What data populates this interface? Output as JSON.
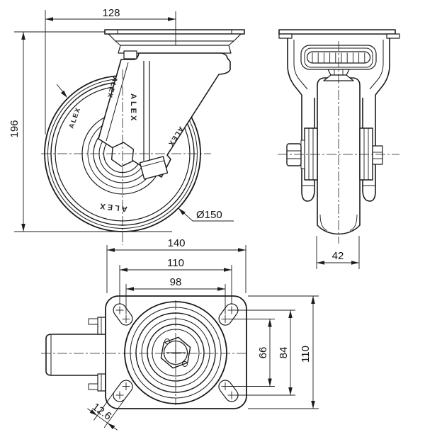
{
  "drawing": {
    "brand": "ALEX",
    "dimensions": {
      "offset_width": "128",
      "overall_height": "196",
      "wheel_diameter": "Ø150",
      "wheel_width": "42",
      "plate_width": "140",
      "bolt_pitch_width": "110",
      "slot_pitch_width": "98",
      "slot_pitch_depth": "66",
      "bolt_pitch_depth": "84",
      "plate_depth": "110",
      "slot_width": "12.6"
    }
  }
}
